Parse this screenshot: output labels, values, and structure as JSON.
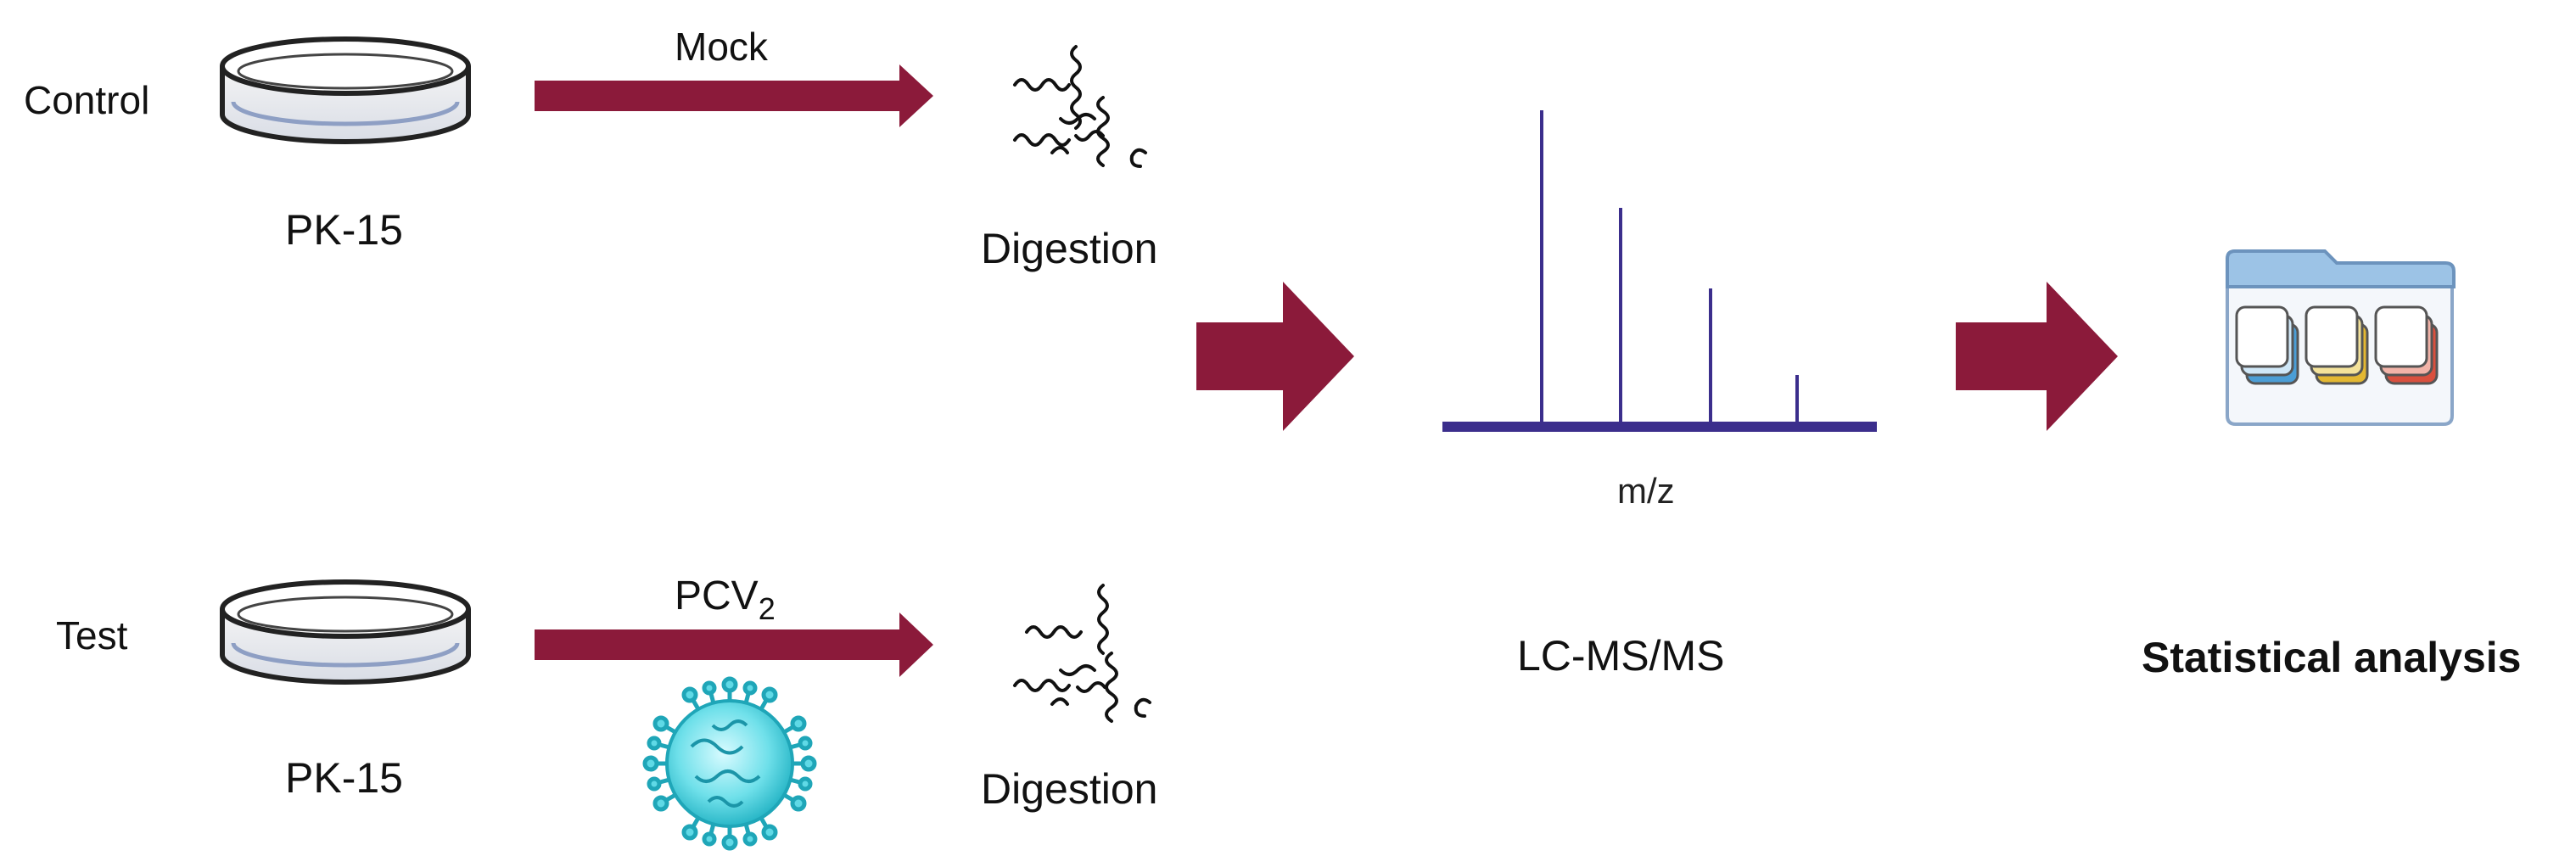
{
  "rows": {
    "control": {
      "label": "Control",
      "cell_line": "PK-15",
      "treatment": "Mock",
      "step": "Digestion"
    },
    "test": {
      "label": "Test",
      "cell_line": "PK-15",
      "treatment_main": "PCV",
      "treatment_sub": "2",
      "step": "Digestion"
    }
  },
  "lcms": {
    "axis_label": "m/z",
    "title": "LC-MS/MS"
  },
  "analysis": {
    "title": "Statistical analysis"
  },
  "icons": {
    "dish": "petri-dish-icon",
    "arrow": "process-arrow-icon",
    "peptides": "peptide-fragments-icon",
    "virus": "virus-particle-icon",
    "spectrum": "mass-spectrum-icon",
    "folder": "data-folder-icon"
  },
  "colors": {
    "arrow": "#8b1a3a",
    "spectrum": "#3b2e8c",
    "virus": "#36c6d6",
    "folder": "#9cc3e6"
  }
}
